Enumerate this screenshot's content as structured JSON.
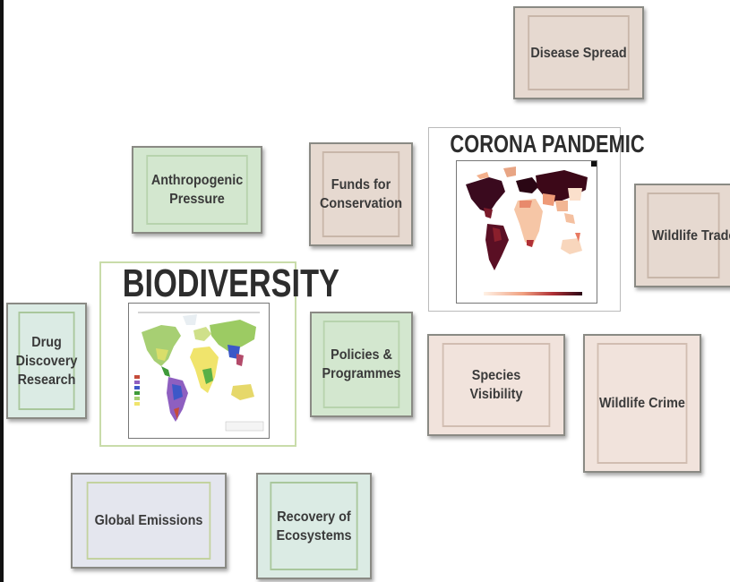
{
  "cards": {
    "disease_spread": "Disease Spread",
    "anthropogenic_pressure": "Anthropogenic Pressure",
    "funds_for_conservation": "Funds for Conservation",
    "wildlife_trade": "Wildlife Trade",
    "drug_discovery_research": "Drug Discovery Research",
    "policies_programmes": "Policies & Programmes",
    "species_visibility": "Species Visibility",
    "wildlife_crime": "Wildlife Crime",
    "global_emissions": "Global Emissions",
    "recovery_of_ecosystems": "Recovery of Ecosystems"
  },
  "biodiversity": {
    "title": "BIODIVERSITY"
  },
  "corona": {
    "title": "CORONA PANDEMIC"
  },
  "colors": {
    "green_card": "#d3e7cf",
    "beige_card": "#e6d9d0",
    "pink_card": "#f1e3dc",
    "teal_card": "#dbebe4",
    "lavender_card": "#e4e6ee"
  }
}
